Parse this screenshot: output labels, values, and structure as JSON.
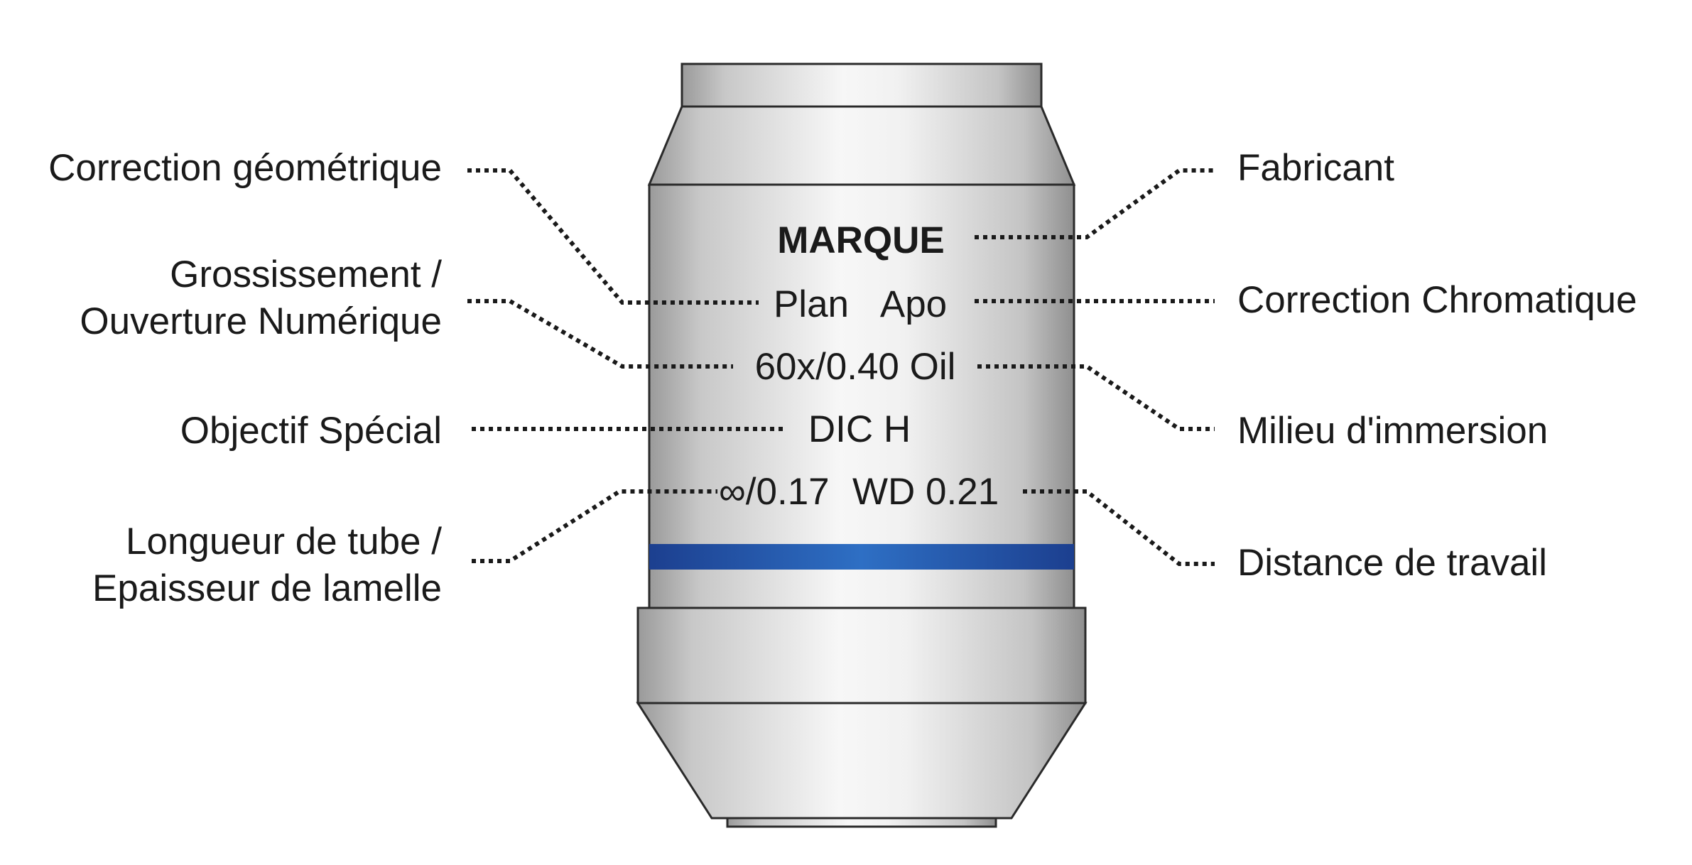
{
  "objective": {
    "engraving": {
      "brand": "MARQUE",
      "plan": "Plan",
      "apo": "Apo",
      "magnification_na": "60x/0.40 Oil",
      "special": "DIC H",
      "tube_coverslip": "∞/0.17",
      "working_distance": "WD 0.21"
    },
    "band_color": "#2e6fc4"
  },
  "labels_left": {
    "geometric_correction": "Correction géométrique",
    "magnification_line1": "Grossissement /",
    "magnification_line2": "Ouverture Numérique",
    "special_objective": "Objectif Spécial",
    "tube_line1": "Longueur de tube /",
    "tube_line2": "Epaisseur de lamelle"
  },
  "labels_right": {
    "manufacturer": "Fabricant",
    "chromatic_correction": "Correction Chromatique",
    "immersion_medium": "Milieu d'immersion",
    "working_distance": "Distance de travail"
  }
}
